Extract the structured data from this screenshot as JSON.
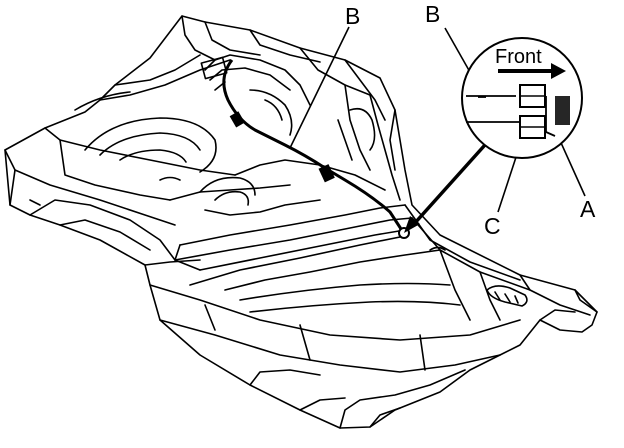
{
  "labels": {
    "b_center": "B",
    "b_right": "B",
    "front": "Front",
    "c": "C",
    "a": "A"
  },
  "colors": {
    "ink": "#000000",
    "paper": "#ffffff"
  }
}
